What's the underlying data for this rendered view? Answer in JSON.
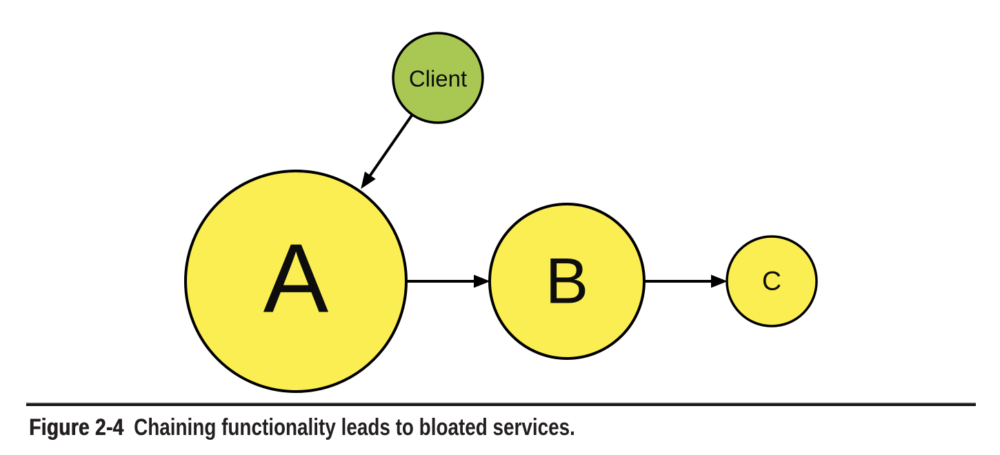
{
  "figure": {
    "number": "Figure 2-4",
    "caption": "Chaining functionality leads to bloated services."
  },
  "diagram": {
    "nodes": [
      {
        "id": "client",
        "label": "Client",
        "shape": "circle",
        "size": "small",
        "fill": "#a9c853"
      },
      {
        "id": "service-a",
        "label": "A",
        "shape": "circle",
        "size": "large",
        "fill": "#fbee52"
      },
      {
        "id": "service-b",
        "label": "B",
        "shape": "circle",
        "size": "medium",
        "fill": "#fbee52"
      },
      {
        "id": "service-c",
        "label": "C",
        "shape": "circle",
        "size": "small",
        "fill": "#fbee52"
      }
    ],
    "edges": [
      {
        "from": "client",
        "to": "service-a"
      },
      {
        "from": "service-a",
        "to": "service-b"
      },
      {
        "from": "service-b",
        "to": "service-c"
      }
    ],
    "colors": {
      "client_fill": "#a9c853",
      "service_fill": "#fbee52",
      "stroke": "#000000"
    }
  }
}
